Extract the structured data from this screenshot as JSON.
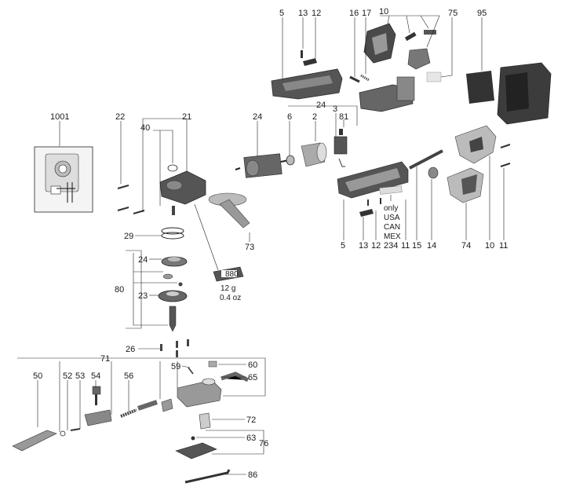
{
  "diagram": {
    "callouts": {
      "c5_top": "5",
      "c13_top": "13",
      "c12_top": "12",
      "c16": "16",
      "c17": "17",
      "c10_top": "10",
      "c75": "75",
      "c95": "95",
      "c1001": "1001",
      "c22": "22",
      "c21": "21",
      "c40": "40",
      "c24_mid": "24",
      "c24_left": "24",
      "c6": "6",
      "c2": "2",
      "c3": "3",
      "c81": "81",
      "c29": "29",
      "c24_low": "24",
      "c73": "73",
      "c23": "23",
      "c80": "80",
      "c5_bot": "5",
      "c13_bot": "13",
      "c12_bot": "12",
      "c234": "234",
      "c11_bot": "11",
      "c15": "15",
      "c14": "14",
      "c74": "74",
      "c10_bot": "10",
      "c11_right": "11",
      "c26": "26",
      "c71": "71",
      "c59": "59",
      "c60": "60",
      "c65": "65",
      "c50": "50",
      "c52": "52",
      "c53": "53",
      "c54": "54",
      "c56": "56",
      "c72": "72",
      "c63": "63",
      "c76": "76",
      "c86": "86"
    },
    "notes": {
      "grease_code": "880",
      "grease_weight": "12 g",
      "grease_oz": "0.4 oz",
      "region_only": "only",
      "region_usa": "USA",
      "region_can": "CAN",
      "region_mex": "MEX"
    }
  }
}
